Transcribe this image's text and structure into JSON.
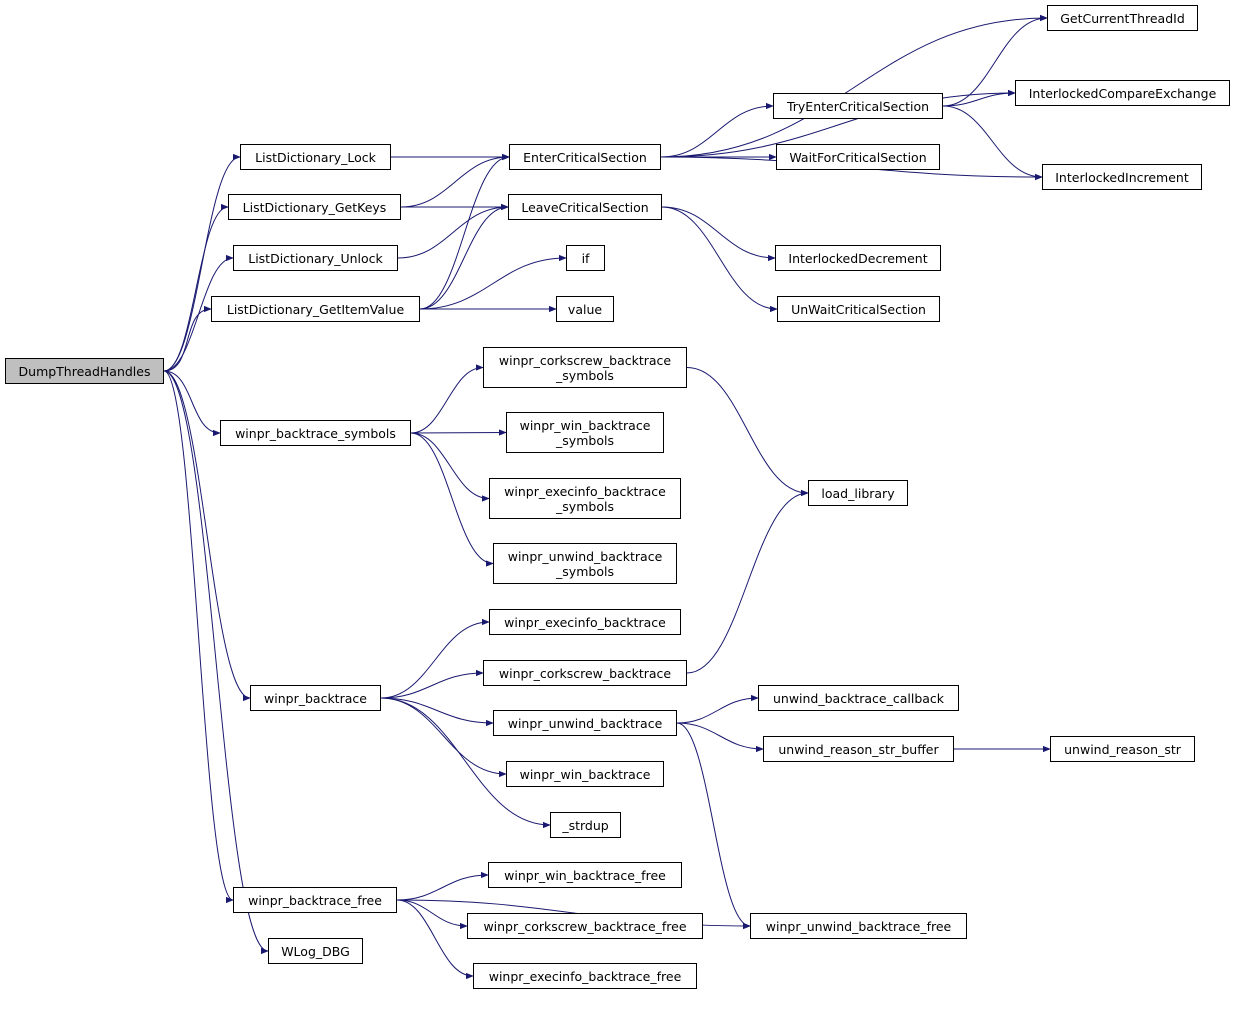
{
  "colors": {
    "edge": "#191970",
    "node_border": "#000000",
    "root_fill": "#bfbfbf",
    "node_fill": "#ffffff"
  },
  "nodes": {
    "DumpThreadHandles": "DumpThreadHandles",
    "ListDictionary_Lock": "ListDictionary_Lock",
    "ListDictionary_GetKeys": "ListDictionary_GetKeys",
    "ListDictionary_Unlock": "ListDictionary_Unlock",
    "ListDictionary_GetItemValue": "ListDictionary_GetItemValue",
    "EnterCriticalSection": "EnterCriticalSection",
    "LeaveCriticalSection": "LeaveCriticalSection",
    "if": "if",
    "value": "value",
    "GetCurrentThreadId": "GetCurrentThreadId",
    "InterlockedCompareExchange": "InterlockedCompareExchange",
    "TryEnterCriticalSection": "TryEnterCriticalSection",
    "WaitForCriticalSection": "WaitForCriticalSection",
    "InterlockedIncrement": "InterlockedIncrement",
    "InterlockedDecrement": "InterlockedDecrement",
    "UnWaitCriticalSection": "UnWaitCriticalSection",
    "winpr_backtrace_symbols": "winpr_backtrace_symbols",
    "winpr_corkscrew_backtrace_symbols": "winpr_corkscrew_backtrace\n_symbols",
    "winpr_win_backtrace_symbols": "winpr_win_backtrace\n_symbols",
    "winpr_execinfo_backtrace_symbols": "winpr_execinfo_backtrace\n_symbols",
    "winpr_unwind_backtrace_symbols": "winpr_unwind_backtrace\n_symbols",
    "load_library": "load_library",
    "winpr_backtrace": "winpr_backtrace",
    "winpr_execinfo_backtrace": "winpr_execinfo_backtrace",
    "winpr_corkscrew_backtrace": "winpr_corkscrew_backtrace",
    "winpr_unwind_backtrace": "winpr_unwind_backtrace",
    "winpr_win_backtrace": "winpr_win_backtrace",
    "_strdup": "_strdup",
    "unwind_backtrace_callback": "unwind_backtrace_callback",
    "unwind_reason_str_buffer": "unwind_reason_str_buffer",
    "unwind_reason_str": "unwind_reason_str",
    "winpr_backtrace_free": "winpr_backtrace_free",
    "winpr_win_backtrace_free": "winpr_win_backtrace_free",
    "winpr_corkscrew_backtrace_free": "winpr_corkscrew_backtrace_free",
    "winpr_execinfo_backtrace_free": "winpr_execinfo_backtrace_free",
    "winpr_unwind_backtrace_free": "winpr_unwind_backtrace_free",
    "WLog_DBG": "WLog_DBG"
  },
  "edges": [
    [
      "DumpThreadHandles",
      "ListDictionary_Lock"
    ],
    [
      "DumpThreadHandles",
      "ListDictionary_GetKeys"
    ],
    [
      "DumpThreadHandles",
      "ListDictionary_Unlock"
    ],
    [
      "DumpThreadHandles",
      "ListDictionary_GetItemValue"
    ],
    [
      "DumpThreadHandles",
      "winpr_backtrace_symbols"
    ],
    [
      "DumpThreadHandles",
      "winpr_backtrace"
    ],
    [
      "DumpThreadHandles",
      "winpr_backtrace_free"
    ],
    [
      "DumpThreadHandles",
      "WLog_DBG"
    ],
    [
      "ListDictionary_Lock",
      "EnterCriticalSection"
    ],
    [
      "ListDictionary_GetKeys",
      "EnterCriticalSection"
    ],
    [
      "ListDictionary_GetKeys",
      "LeaveCriticalSection"
    ],
    [
      "ListDictionary_Unlock",
      "LeaveCriticalSection"
    ],
    [
      "ListDictionary_GetItemValue",
      "EnterCriticalSection"
    ],
    [
      "ListDictionary_GetItemValue",
      "LeaveCriticalSection"
    ],
    [
      "ListDictionary_GetItemValue",
      "if"
    ],
    [
      "ListDictionary_GetItemValue",
      "value"
    ],
    [
      "EnterCriticalSection",
      "GetCurrentThreadId"
    ],
    [
      "EnterCriticalSection",
      "InterlockedCompareExchange"
    ],
    [
      "EnterCriticalSection",
      "TryEnterCriticalSection"
    ],
    [
      "EnterCriticalSection",
      "WaitForCriticalSection"
    ],
    [
      "EnterCriticalSection",
      "InterlockedIncrement"
    ],
    [
      "TryEnterCriticalSection",
      "GetCurrentThreadId"
    ],
    [
      "TryEnterCriticalSection",
      "InterlockedCompareExchange"
    ],
    [
      "TryEnterCriticalSection",
      "InterlockedIncrement"
    ],
    [
      "LeaveCriticalSection",
      "InterlockedDecrement"
    ],
    [
      "LeaveCriticalSection",
      "UnWaitCriticalSection"
    ],
    [
      "winpr_backtrace_symbols",
      "winpr_corkscrew_backtrace_symbols"
    ],
    [
      "winpr_backtrace_symbols",
      "winpr_win_backtrace_symbols"
    ],
    [
      "winpr_backtrace_symbols",
      "winpr_execinfo_backtrace_symbols"
    ],
    [
      "winpr_backtrace_symbols",
      "winpr_unwind_backtrace_symbols"
    ],
    [
      "winpr_corkscrew_backtrace_symbols",
      "load_library"
    ],
    [
      "winpr_backtrace",
      "winpr_execinfo_backtrace"
    ],
    [
      "winpr_backtrace",
      "winpr_corkscrew_backtrace"
    ],
    [
      "winpr_backtrace",
      "winpr_unwind_backtrace"
    ],
    [
      "winpr_backtrace",
      "winpr_win_backtrace"
    ],
    [
      "winpr_backtrace",
      "_strdup"
    ],
    [
      "winpr_corkscrew_backtrace",
      "load_library"
    ],
    [
      "winpr_unwind_backtrace",
      "unwind_backtrace_callback"
    ],
    [
      "winpr_unwind_backtrace",
      "unwind_reason_str_buffer"
    ],
    [
      "winpr_unwind_backtrace",
      "winpr_unwind_backtrace_free"
    ],
    [
      "unwind_reason_str_buffer",
      "unwind_reason_str"
    ],
    [
      "winpr_backtrace_free",
      "winpr_win_backtrace_free"
    ],
    [
      "winpr_backtrace_free",
      "winpr_corkscrew_backtrace_free"
    ],
    [
      "winpr_backtrace_free",
      "winpr_execinfo_backtrace_free"
    ],
    [
      "winpr_backtrace_free",
      "winpr_unwind_backtrace_free"
    ]
  ]
}
